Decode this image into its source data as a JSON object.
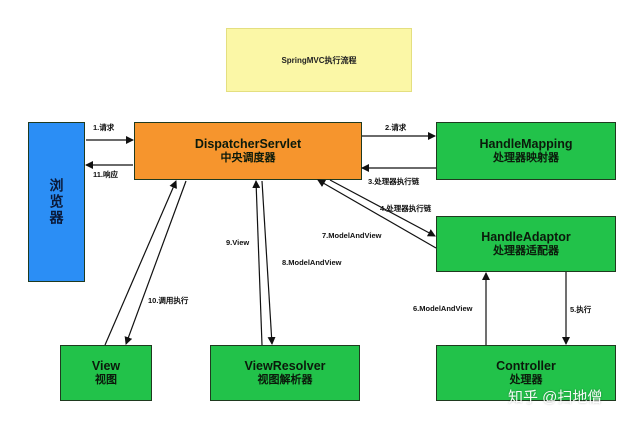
{
  "title": "SpringMVC执行流程",
  "nodes": {
    "browser": "浏览器",
    "dispatcher": {
      "name": "DispatcherServlet",
      "cn": "中央调度器"
    },
    "handle_mapping": {
      "name": "HandleMapping",
      "cn": "处理器映射器"
    },
    "handle_adaptor": {
      "name": "HandleAdaptor",
      "cn": "处理器适配器"
    },
    "controller": {
      "name": "Controller",
      "cn": "处理器"
    },
    "view": {
      "name": "View",
      "cn": "视图"
    },
    "view_resolver": {
      "name": "ViewResolver",
      "cn": "视图解析器"
    }
  },
  "edges": {
    "e1": "1.请求",
    "e2": "2.请求",
    "e3": "3.处理器执行链",
    "e4": "4.处理器执行链",
    "e5": "5.执行",
    "e6": "6.ModelAndView",
    "e7": "7.ModelAndView",
    "e8": "8.ModelAndView",
    "e9": "9.View",
    "e10": "10.调用执行",
    "e11": "11.响应"
  },
  "watermark": "知乎 @扫地僧"
}
